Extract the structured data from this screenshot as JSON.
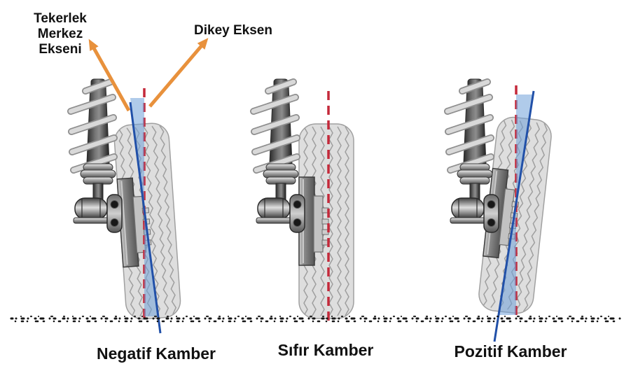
{
  "figure": {
    "type": "diagram",
    "subject": "wheel camber angle comparison (Turkish)",
    "annotations": {
      "wheel_center_axis_label": "Tekerlek\nMerkez\nEkseni",
      "vertical_axis_label": "Dikey Eksen"
    },
    "panels": [
      {
        "caption": "Negatif Kamber",
        "camber_type": "negative",
        "wheel_tilt": "top of wheel leans inward (toward strut)"
      },
      {
        "caption": "Sıfır Kamber",
        "camber_type": "zero",
        "wheel_tilt": "wheel perfectly vertical"
      },
      {
        "caption": "Pozitif Kamber",
        "camber_type": "positive",
        "wheel_tilt": "top of wheel leans outward (away from strut)"
      }
    ],
    "colors": {
      "vertical_axis_red": "#c4293a",
      "wheel_axis_blue": "#2150a8",
      "camber_wedge_blue": "#6fa0d9",
      "arrow_orange": "#e8913c",
      "tire_gray": "#d6d6d6",
      "label_text": "#111111"
    }
  }
}
